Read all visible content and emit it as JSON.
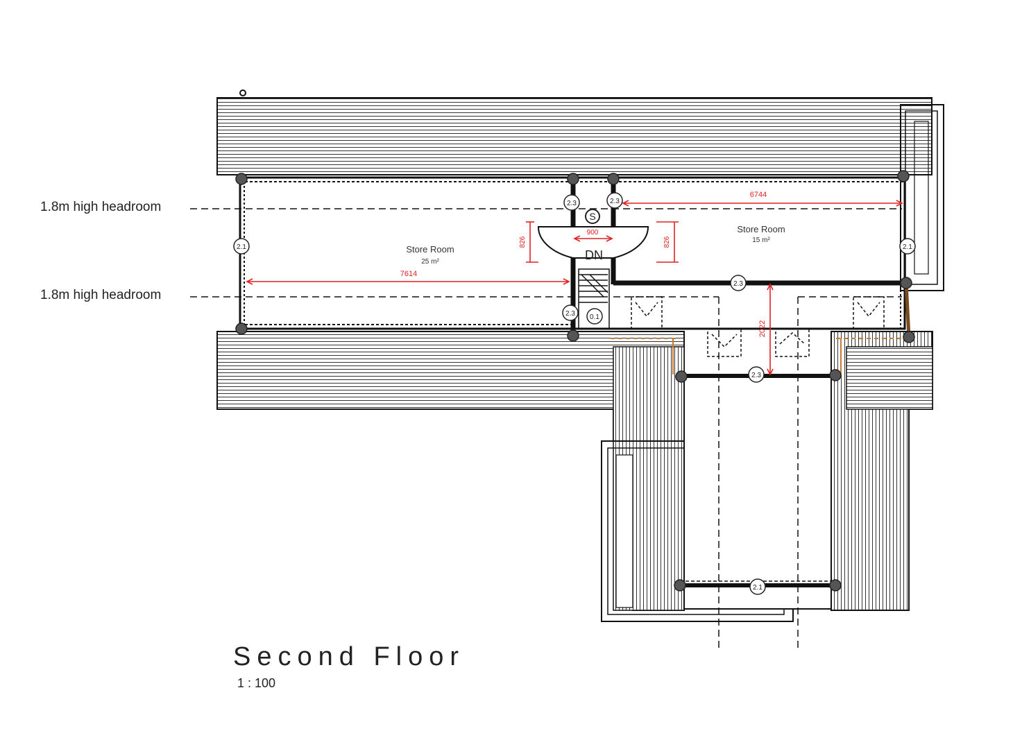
{
  "headroom_labels": {
    "top": "1.8m high headroom",
    "bottom": "1.8m high headroom"
  },
  "rooms": {
    "left": {
      "name": "Store Room",
      "area": "25 m²"
    },
    "right": {
      "name": "Store Room",
      "area": "15 m²"
    }
  },
  "dimensions": {
    "left_width": "7614",
    "right_width": "6744",
    "stair_width": "900",
    "stair_left_depth": "826",
    "stair_right_depth": "826",
    "corridor_depth": "2022"
  },
  "stair": {
    "down_label": "DN",
    "tag": "S"
  },
  "wall_tags": {
    "t1": "2.3",
    "t2": "2.3",
    "t3": "2.1",
    "t4": "2.1",
    "t5": "2.3",
    "t6": "2.3",
    "t7": "0.1",
    "t8": "2.3",
    "t9": "2.1"
  },
  "drawing": {
    "title": "Second Floor",
    "scale": "1 : 100"
  },
  "colors": {
    "line": "#111111",
    "dimension": "#e02020",
    "accent": "#c77a30"
  }
}
